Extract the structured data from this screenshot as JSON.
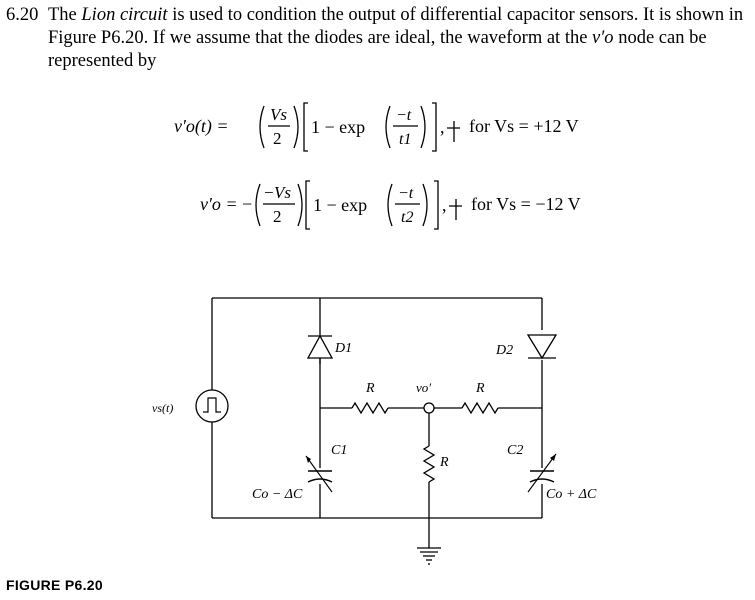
{
  "problem": {
    "number": "6.20",
    "text_pre": "The ",
    "italic_term": "Lion circuit",
    "text_post": " is used to condition the output of differential capacitor sensors. It is shown in Figure P6.20. If we assume that the diodes are ideal, the waveform at the ",
    "node_symbol": "v′o",
    "text_end": " node can be represented by"
  },
  "equations": [
    {
      "lhs": "v′o(t) =",
      "sign": "",
      "num": "Vs",
      "den": "2",
      "inner": "1 − exp",
      "exp_num": "−t",
      "exp_den": "t1",
      "cond": "for Vs = +12 V"
    },
    {
      "lhs": "v′o =",
      "sign": "−",
      "num": "Vs",
      "den": "2",
      "inner": "1 − exp",
      "exp_num": "−t",
      "exp_den": "t2",
      "cond": "for Vs = −12 V"
    }
  ],
  "circuit": {
    "source_label": "vs(t)",
    "d1_label": "D1",
    "d2_label": "D2",
    "r_left_label": "R",
    "r_right_label": "R",
    "r_bottom_label": "R",
    "node_label": "vo′",
    "c1_label": "C1",
    "c2_label": "C2",
    "c1_value": "Co − ΔC",
    "c2_value": "Co + ΔC"
  },
  "figure_label": "FIGURE P6.20"
}
